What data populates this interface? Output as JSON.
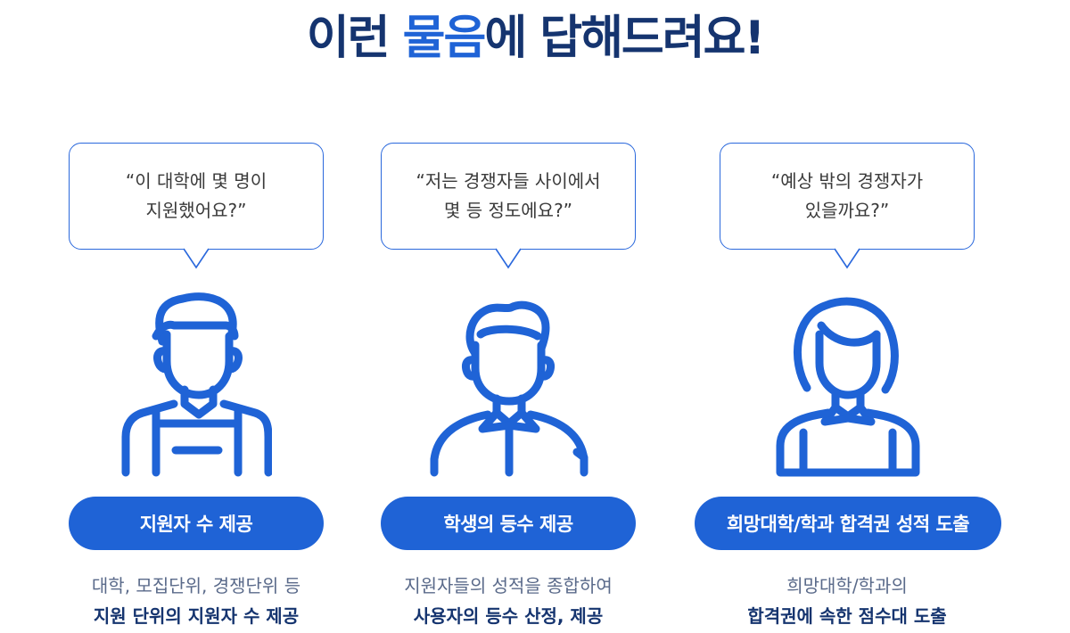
{
  "title": {
    "pre": "이런 ",
    "accent": "물음",
    "post": "에 답해드려요!"
  },
  "colors": {
    "accent": "#1f63d6",
    "navy": "#15346f",
    "bubble_border": "#2a68dc"
  },
  "columns": [
    {
      "quote_line1": "“이 대학에 몇 명이",
      "quote_line2": "지원했어요?”",
      "icon": "male-worker-icon",
      "pill": "지원자 수 제공",
      "desc_line1": "대학, 모집단위, 경쟁단위 등",
      "desc_line2": "지원 단위의 지원자 수 제공"
    },
    {
      "quote_line1": "“저는 경쟁자들 사이에서",
      "quote_line2": "몇 등 정도에요?”",
      "icon": "male-student-icon",
      "pill": "학생의 등수 제공",
      "desc_line1": "지원자들의 성적을 종합하여",
      "desc_line2": "사용자의 등수 산정, 제공"
    },
    {
      "quote_line1": "“예상 밖의 경쟁자가",
      "quote_line2": "있을까요?”",
      "icon": "female-person-icon",
      "pill": "희망대학/학과 합격권 성적 도출",
      "desc_line1": "희망대학/학과의",
      "desc_line2": "합격권에 속한 점수대 도출"
    }
  ]
}
